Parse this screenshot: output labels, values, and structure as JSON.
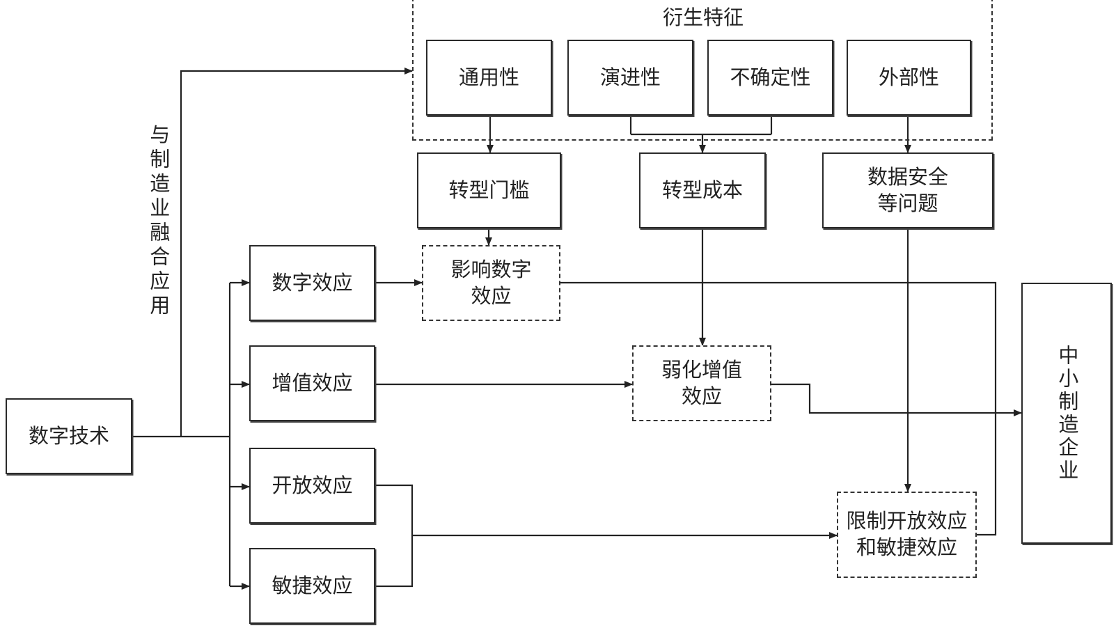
{
  "nodes": {
    "digital_tech": "数字技术",
    "integration_label": "与制造业融合应用",
    "derived_features_title": "衍生特征",
    "generality": "通用性",
    "evolution": "演进性",
    "uncertainty": "不确定性",
    "externality": "外部性",
    "threshold": "转型门槛",
    "cost": "转型成本",
    "data_security": [
      "数据安全",
      "等问题"
    ],
    "digital_effect": "数字效应",
    "value_effect": "增值效应",
    "open_effect": "开放效应",
    "agile_effect": "敏捷效应",
    "affect_digital": [
      "影响数字",
      "效应"
    ],
    "weaken_value": [
      "弱化增值",
      "效应"
    ],
    "limit_open_agile": [
      "限制开放效应",
      "和敏捷效应"
    ],
    "sme": "中小制造企业"
  }
}
